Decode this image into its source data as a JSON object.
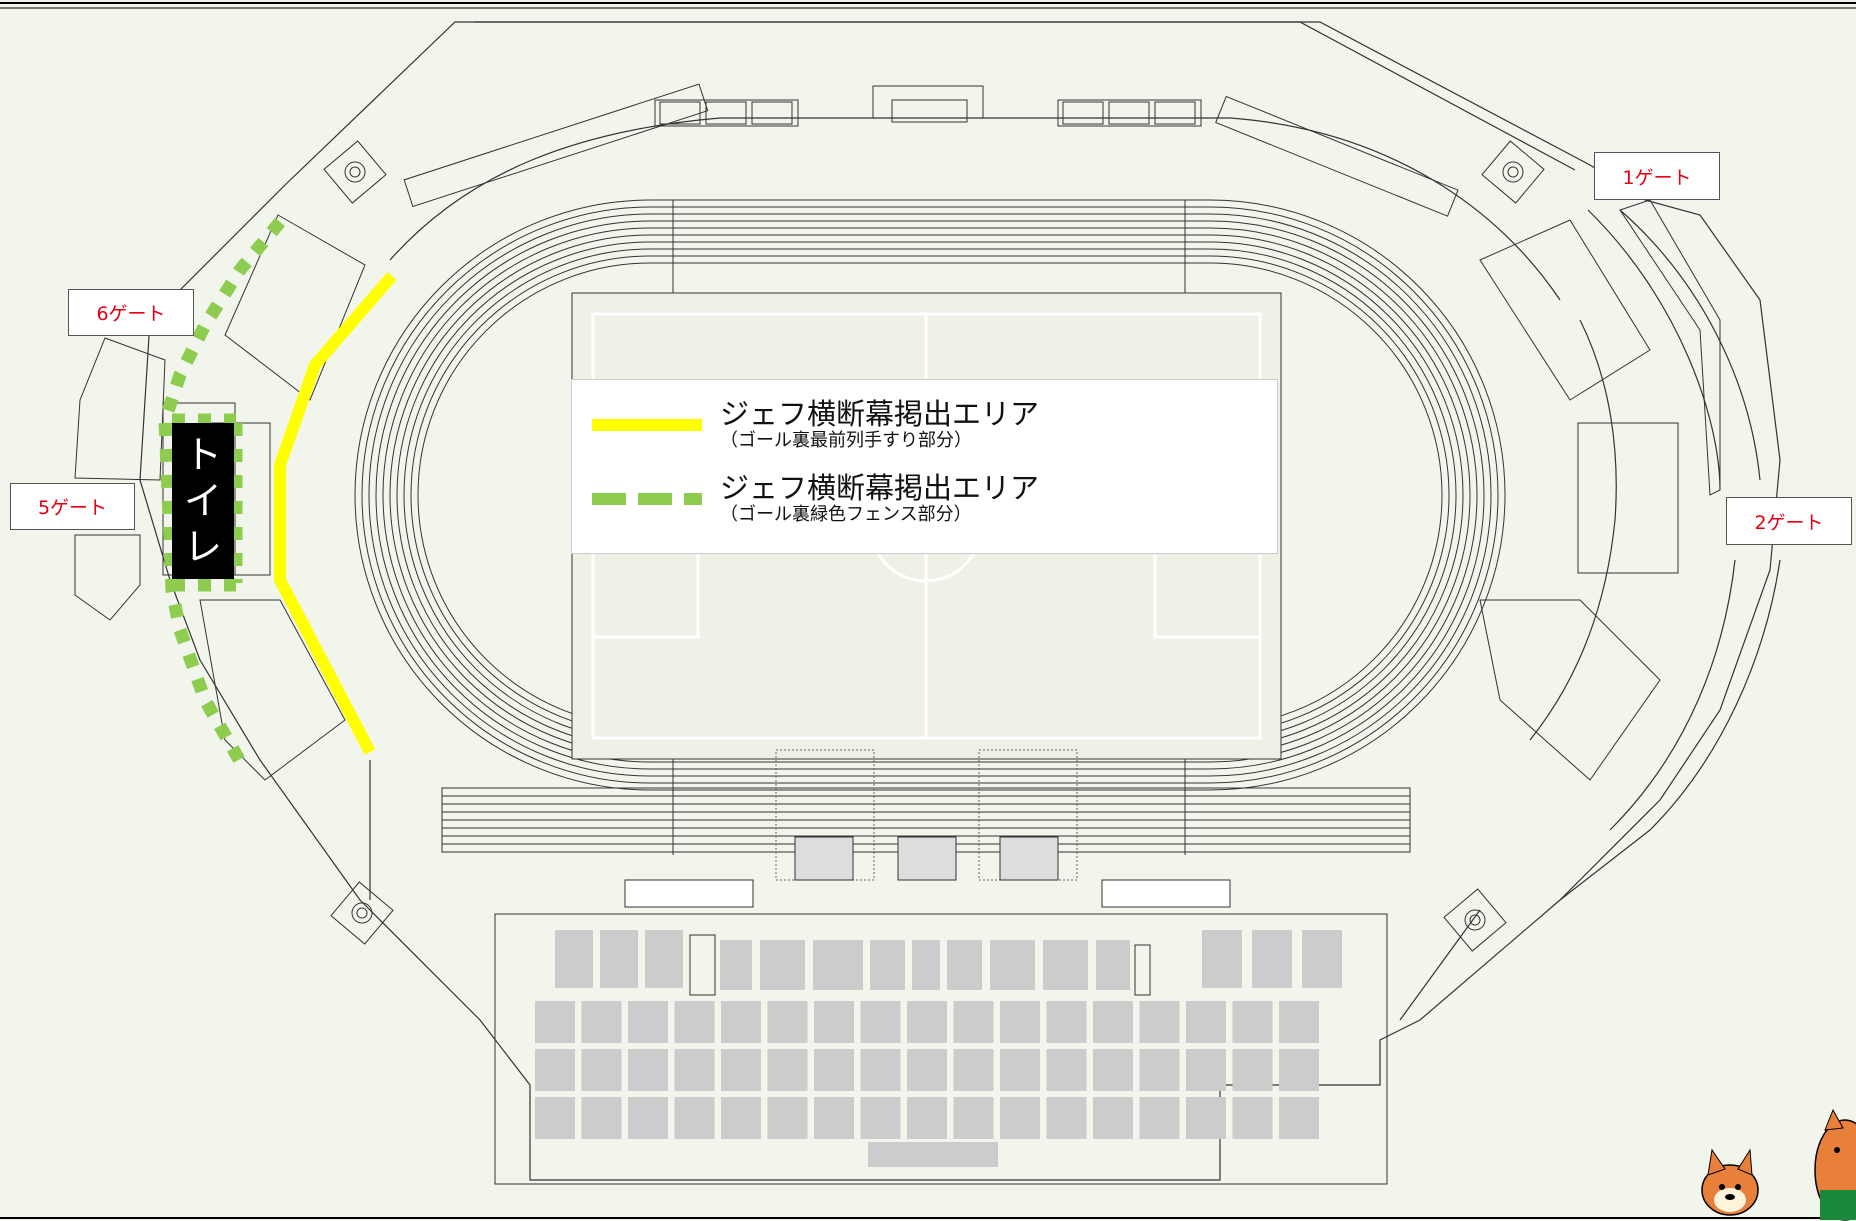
{
  "gates": {
    "g1": "1ゲート",
    "g2": "2ゲート",
    "g5": "5ゲート",
    "g6": "6ゲート"
  },
  "toilet": {
    "char1": "ト",
    "char2": "イ",
    "char3": "レ"
  },
  "legend": {
    "items": [
      {
        "title": "ジェフ横断幕掲出エリア",
        "sub": "（ゴール裏最前列手すり部分）",
        "color": "#ffff00",
        "style": "solid"
      },
      {
        "title": "ジェフ横断幕掲出エリア",
        "sub": "（ゴール裏緑色フェンス部分）",
        "color": "#8dcc4e",
        "style": "dashed"
      }
    ]
  },
  "colors": {
    "background": "#f2f5ec",
    "gate_text": "#e60012",
    "banner_yellow": "#ffff00",
    "banner_green": "#8dcc4e",
    "seat_block": "#cccccc"
  },
  "icons": {
    "mascot": "jef-mascot-dog-icon"
  }
}
